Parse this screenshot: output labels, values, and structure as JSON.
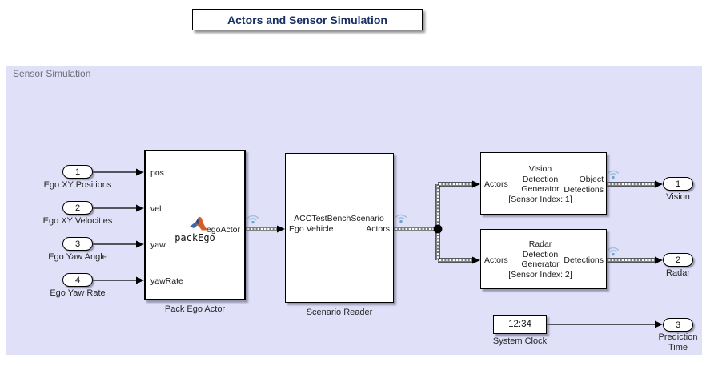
{
  "title": {
    "text": "Actors and Sensor Simulation"
  },
  "area": {
    "label": "Sensor Simulation"
  },
  "colors": {
    "area_bg": "#E0E1F8",
    "title_text": "#1A2F66",
    "wifi_arc": "#A6C2E2",
    "wifi_dot": "#74A3CF",
    "matlab_orange": "#D85C27",
    "matlab_blue": "#3B69B0",
    "matlab_dark_blue": "#1E3F7A"
  },
  "inports": [
    {
      "id": "1",
      "label": "Ego XY Positions"
    },
    {
      "id": "2",
      "label": "Ego XY Velocities"
    },
    {
      "id": "3",
      "label": "Ego Yaw Angle"
    },
    {
      "id": "4",
      "label": "Ego Yaw Rate"
    }
  ],
  "pack_ego": {
    "name": "Pack Ego Actor",
    "function": "packEgo",
    "ports_in": [
      "pos",
      "vel",
      "yaw",
      "yawRate"
    ],
    "port_out": "egoActor"
  },
  "scenario_reader": {
    "name": "Scenario Reader",
    "scenario": "ACCTestBenchScenario",
    "port_in": "Ego Vehicle",
    "port_out": "Actors"
  },
  "vision": {
    "lines": [
      "Vision",
      "Detection",
      "Generator",
      "[Sensor Index: 1]"
    ],
    "port_in": "Actors",
    "port_out": "Object Detections"
  },
  "radar": {
    "lines": [
      "Radar",
      "Detection",
      "Generator",
      "[Sensor Index: 2]"
    ],
    "port_in": "Actors",
    "port_out": "Detections"
  },
  "system_clock": {
    "name": "System Clock",
    "value": "12:34"
  },
  "outports": [
    {
      "id": "1",
      "label": "Vision"
    },
    {
      "id": "2",
      "label": "Radar"
    },
    {
      "id": "3",
      "label": "Prediction Time"
    }
  ]
}
